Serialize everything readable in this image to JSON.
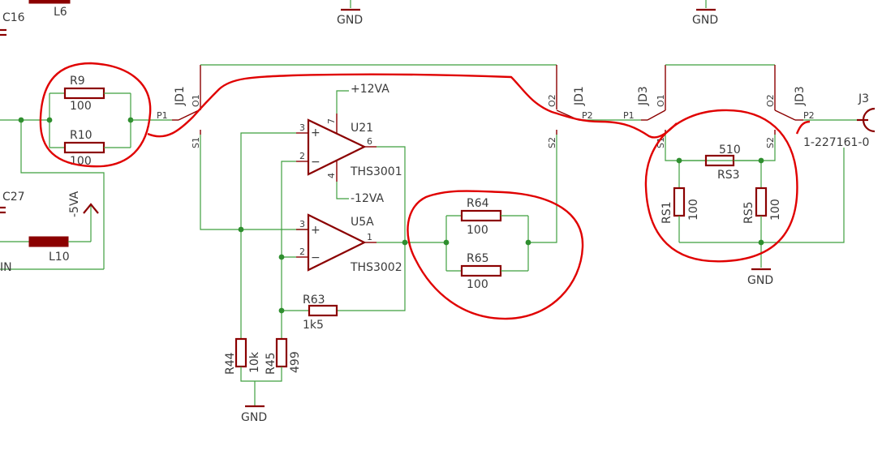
{
  "components": {
    "c16": {
      "ref": "C16"
    },
    "c27": {
      "ref": "C27"
    },
    "l6": {
      "ref": "L6"
    },
    "l10": {
      "ref": "L10"
    },
    "r9": {
      "ref": "R9",
      "value": "100"
    },
    "r10": {
      "ref": "R10",
      "value": "100"
    },
    "r64": {
      "ref": "R64",
      "value": "100"
    },
    "r65": {
      "ref": "R65",
      "value": "100"
    },
    "r63": {
      "ref": "R63",
      "value": "1k5"
    },
    "r44": {
      "ref": "R44",
      "value": "10k"
    },
    "r45": {
      "ref": "R45",
      "value": "499"
    },
    "rs1": {
      "ref": "RS1",
      "value": "100"
    },
    "rs3": {
      "ref": "RS3",
      "value": "510"
    },
    "rs5": {
      "ref": "RS5",
      "value": "100"
    },
    "u21": {
      "ref": "U21",
      "value": "THS3001"
    },
    "u5a": {
      "ref": "U5A",
      "value": "THS3002"
    },
    "jd1": {
      "ref": "JD1"
    },
    "jd3": {
      "ref": "JD3"
    },
    "j3": {
      "ref": "J3",
      "value": "1-227161-0"
    }
  },
  "power": {
    "gnd": "GND",
    "pos": "+12VA",
    "neg": "-12VA",
    "neg5": "-5VA"
  },
  "nets": {
    "in_fragment": "IN"
  },
  "pins": {
    "p1": "P1",
    "p2": "P2",
    "o1": "O1",
    "o2": "O2",
    "s1": "S1",
    "s2": "S2",
    "u21_in_pos": "3",
    "u21_in_neg": "2",
    "u21_out": "6",
    "u21_vpos": "7",
    "u21_vneg": "4",
    "u5a_in_pos": "3",
    "u5a_in_neg": "2",
    "u5a_out": "1",
    "plus": "+",
    "minus": "−"
  },
  "colors": {
    "wire": "#3f9f3f",
    "component": "#8b0000",
    "annotation": "#e00000",
    "text": "#3a3a3a",
    "junction": "#2f8f2f"
  }
}
